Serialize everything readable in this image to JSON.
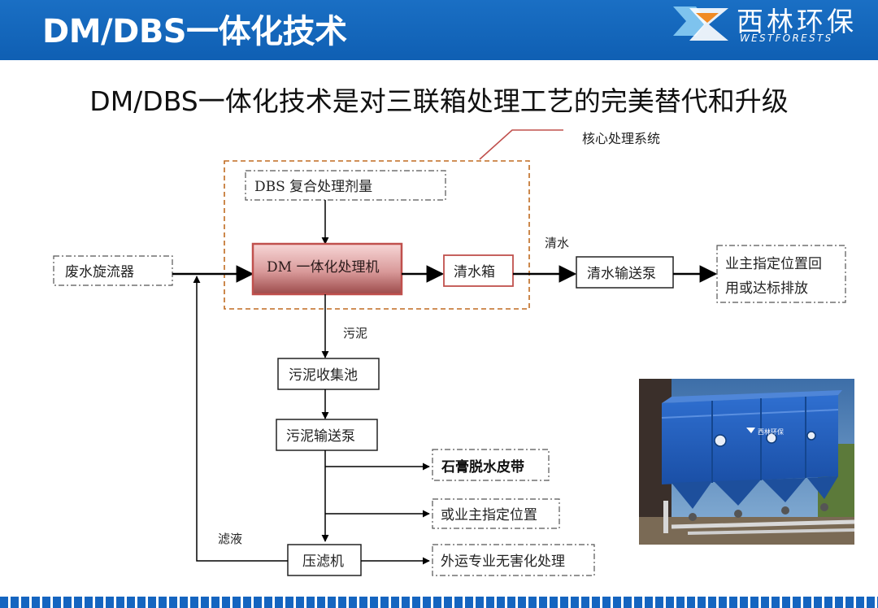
{
  "header": {
    "title": "DM/DBS一体化技术",
    "logo": {
      "name_cn": "西林环保",
      "name_en": "WESTFORESTS"
    }
  },
  "subtitle": "DM/DBS一体化技术是对三联箱处理工艺的完美替代和升级",
  "diagram": {
    "core_label": "核心处理系统",
    "nodes": {
      "dbs_reagent": "DBS 复合处理剂量",
      "wastewater_cyclone": "废水旋流器",
      "dm_machine": "DM 一体化处理机",
      "clear_tank": "清水箱",
      "clear_pump": "清水输送泵",
      "owner_reuse_line1": "业主指定位置回",
      "owner_reuse_line2": "用或达标排放",
      "sludge_pool": "污泥收集池",
      "sludge_pump": "污泥输送泵",
      "gypsum_belt": "石膏脱水皮带",
      "owner_location": "或业主指定位置",
      "filter_press": "压滤机",
      "external_disposal": "外运专业无害化处理"
    },
    "edge_labels": {
      "clear_water": "清水",
      "sludge": "污泥",
      "filtrate": "滤液"
    }
  },
  "photo": {
    "badge_text": "西林环保"
  },
  "colors": {
    "header_blue": "#1565c0",
    "dashed_orange": "#c06a20",
    "core_red": "#c0504d",
    "line_dark": "#000000"
  }
}
